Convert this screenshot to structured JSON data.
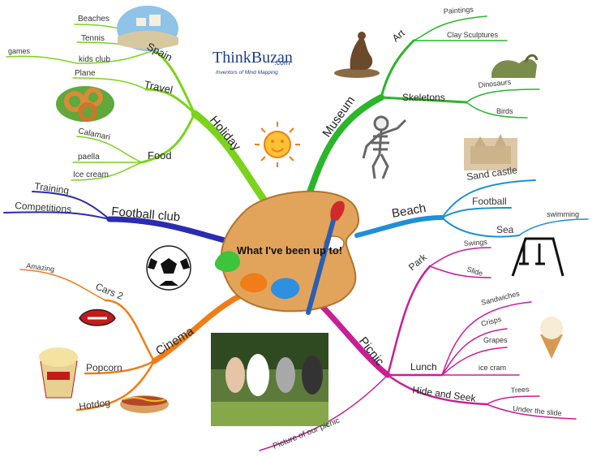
{
  "center": {
    "title": "What I've been up to!"
  },
  "logo": {
    "name": "ThinkBuzan",
    "suffix": ".com",
    "tagline": "Inventors of Mind Mapping"
  },
  "branches": {
    "holiday": {
      "label": "Holiday",
      "color": "#7bd31c",
      "spain": {
        "label": "Spain",
        "beaches": "Beaches",
        "tennis": "Tennis",
        "kids_club": "kids club",
        "games": "games"
      },
      "travel": {
        "label": "Travel",
        "plane": "Plane"
      },
      "food": {
        "label": "Food",
        "calamari": "Calamari",
        "paella": "paella",
        "ice_cream": "Ice cream"
      }
    },
    "football_club": {
      "label": "Football club",
      "color": "#2b2bb0",
      "training": "Training",
      "competitions": "Competitions"
    },
    "cinema": {
      "label": "Cinema",
      "color": "#f07d18",
      "cars2": {
        "label": "Cars 2",
        "amazing": "Amazing"
      },
      "popcorn": "Popcorn",
      "hotdog": "Hotdog"
    },
    "museum": {
      "label": "Museum",
      "color": "#2bb52b",
      "art": {
        "label": "Art",
        "paintings": "Paintings",
        "clay": "Clay Sculptures"
      },
      "skeletons": {
        "label": "Skeletons",
        "dinosaurs": "Dinosaurs",
        "birds": "Birds"
      }
    },
    "beach": {
      "label": "Beach",
      "color": "#1f8fd6",
      "sand_castle": "Sand castle",
      "football": "Football",
      "sea": {
        "label": "Sea",
        "swimming": "swimming"
      }
    },
    "picnic": {
      "label": "Picnic",
      "color": "#c81e96",
      "park": {
        "label": "Park",
        "swings": "Swings",
        "slide": "Slide"
      },
      "lunch": {
        "label": "Lunch",
        "sandwiches": "Sandwiches",
        "crisps": "Crisps",
        "grapes": "Grapes",
        "ice_cram": "ice cram"
      },
      "hide_seek": {
        "label": "Hide and Seek",
        "trees": "Trees",
        "under_slide": "Under the slide"
      },
      "photo": "Picture of our picnic"
    }
  }
}
